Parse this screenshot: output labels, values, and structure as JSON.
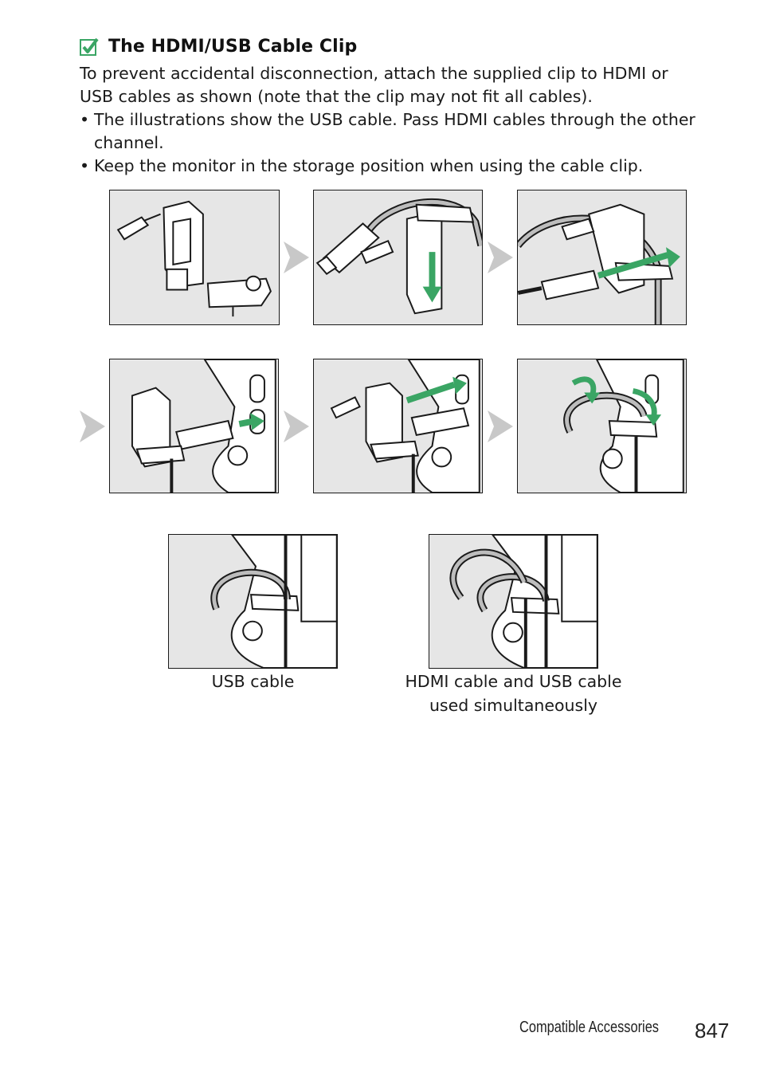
{
  "heading": {
    "icon": "checkmark-icon",
    "icon_color": "#3aa564",
    "title": "The HDMI/USB Cable Clip"
  },
  "intro": "To prevent accidental disconnection, attach the supplied clip to HDMI or USB cables as shown (note that the clip may not fit all cables).",
  "bullets": [
    "The illustrations show the USB cable. Pass HDMI cables through the other channel.",
    "Keep the monitor in the storage position when using the cable clip."
  ],
  "bullet_symbol": "•",
  "steps": [
    {
      "illustration": "clip-and-cable-clip-parts"
    },
    {
      "illustration": "usb-cable-inserted-into-clip"
    },
    {
      "illustration": "clip-closed-over-cable"
    },
    {
      "illustration": "clip-attached-to-camera"
    },
    {
      "illustration": "cable-plugged-into-port"
    },
    {
      "illustration": "cable-looped-around-clip"
    }
  ],
  "step_arrow_color": "#c8c8c8",
  "motion_arrow_color": "#3aa564",
  "results": [
    {
      "caption": "USB cable"
    },
    {
      "caption": "HDMI cable and USB cable used simultaneously"
    }
  ],
  "footer": {
    "section": "Compatible Accessories",
    "page": "847"
  }
}
